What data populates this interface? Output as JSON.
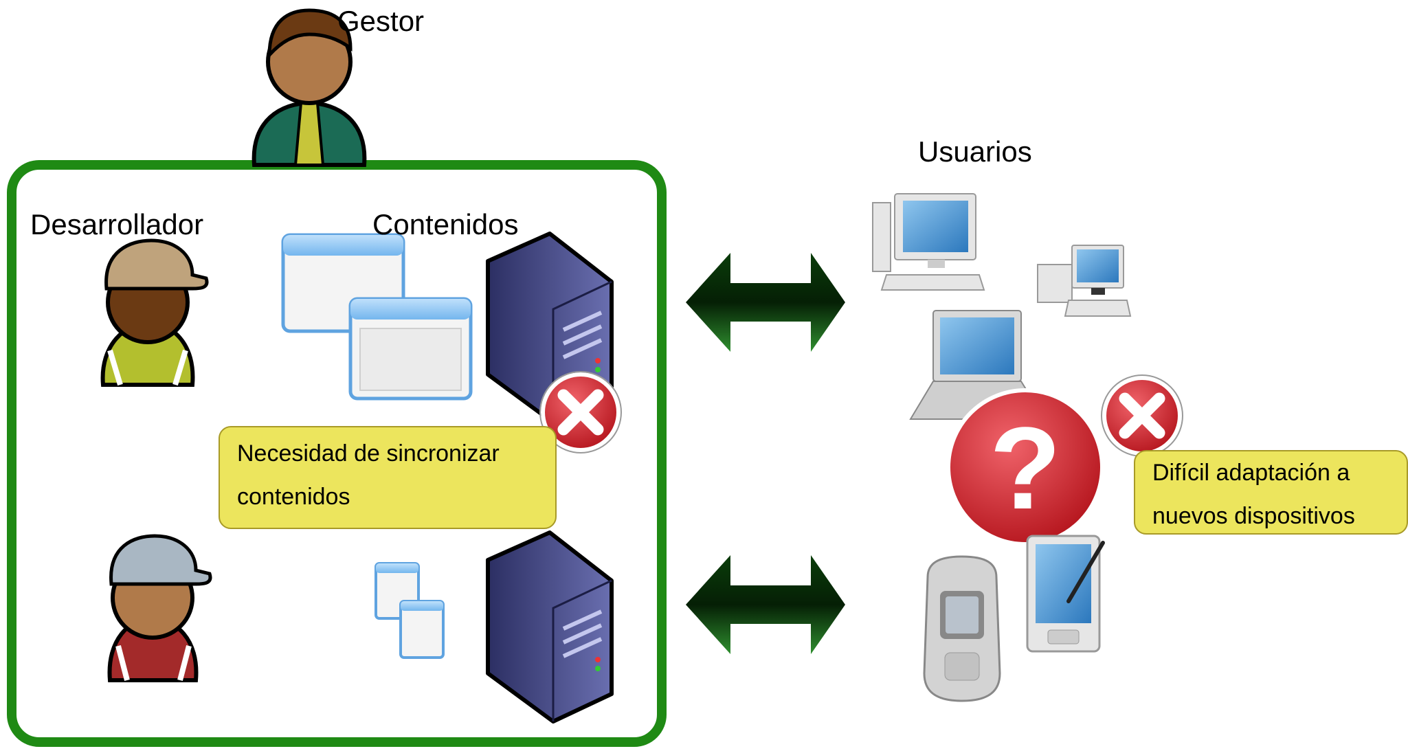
{
  "labels": {
    "gestor": "Gestor",
    "desarrollador": "Desarrollador",
    "contenidos": "Contenidos",
    "usuarios": "Usuarios"
  },
  "notes": {
    "sync": {
      "line1": "Necesidad de sincronizar",
      "line2": "contenidos"
    },
    "adapt": {
      "line1": "Difícil adaptación a",
      "line2": "nuevos dispositivos"
    }
  },
  "colors": {
    "frame_green": "#1f8a14",
    "arrow_dark": "#0a3d0a",
    "arrow_light": "#2f8f2f",
    "note_fill": "#ece55d",
    "error_red": "#d8202a",
    "server_blue": "#4a4f8e"
  },
  "icons": [
    "manager-person-icon",
    "developer-person-icon",
    "developer-person-icon",
    "window-icon",
    "server-icon",
    "error-icon",
    "question-icon",
    "desktop-computer-icon",
    "laptop-icon",
    "mobile-phone-icon",
    "pda-icon",
    "double-arrow-icon"
  ]
}
